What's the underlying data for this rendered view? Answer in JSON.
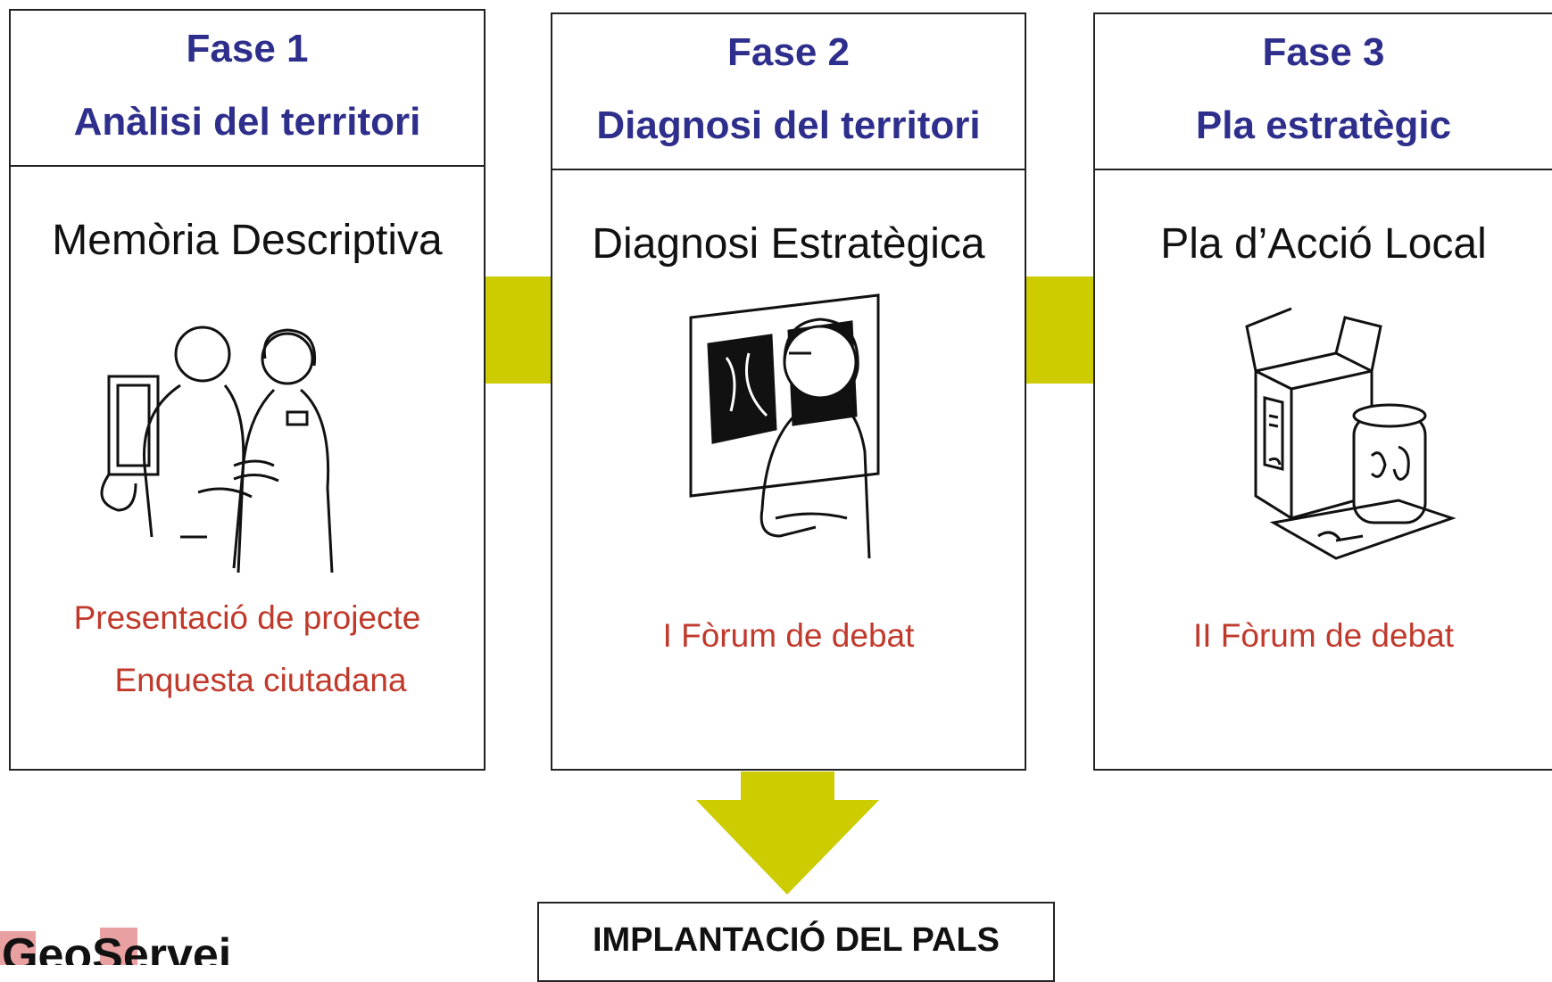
{
  "phases": [
    {
      "phase": "Fase 1",
      "title": "Anàlisi del territori",
      "document": "Memòria Descriptiva",
      "events": [
        "Presentació de projecte",
        "Enquesta ciutadana"
      ]
    },
    {
      "phase": "Fase 2",
      "title": "Diagnosi del territori",
      "document": "Diagnosi Estratègica",
      "events": [
        "I Fòrum de debat"
      ]
    },
    {
      "phase": "Fase 3",
      "title": "Pla estratègic",
      "document": "Pla d’Acció Local",
      "events": [
        "II Fòrum de debat"
      ]
    }
  ],
  "result": {
    "label": "IMPLANTACIÓ DEL PALS"
  },
  "logo": {
    "text": "GeoServei"
  },
  "colors": {
    "phase_text": "#2e2e8c",
    "event_text": "#c0392b",
    "connector": "#cccc00"
  }
}
